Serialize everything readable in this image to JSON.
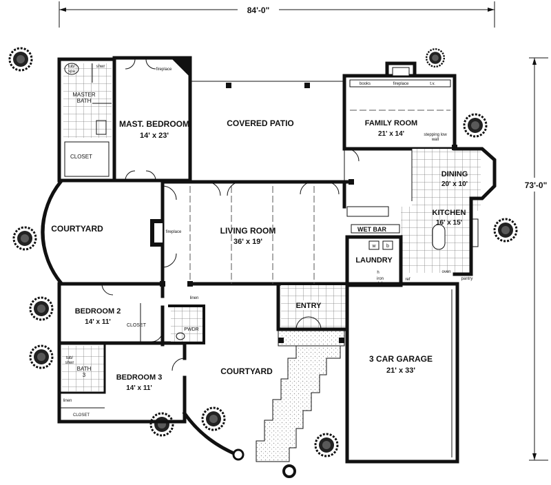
{
  "dimensions": {
    "width": "84'-0\"",
    "depth": "73'-0\""
  },
  "rooms": {
    "master_bedroom": {
      "name": "MAST. BEDROOM",
      "size": "14' x 23'"
    },
    "master_bath": {
      "name": "MASTER",
      "name2": "BATH"
    },
    "master_closet": {
      "name": "CLOSET"
    },
    "tub_spa": {
      "line1": "tub/",
      "line2": "spa"
    },
    "shower": {
      "name": "shwr"
    },
    "covered_patio": {
      "name": "COVERED PATIO"
    },
    "family_room": {
      "name": "FAMILY ROOM",
      "size": "21' x 14'"
    },
    "stepping_wall": {
      "line1": "stepping low",
      "line2": "wall"
    },
    "dining": {
      "name": "DINING",
      "size": "20' x 10'"
    },
    "kitchen": {
      "name": "KITCHEN",
      "size": "16' x 15'"
    },
    "wet_bar": {
      "name": "WET BAR"
    },
    "laundry": {
      "name": "LAUNDRY"
    },
    "living_room": {
      "name": "LIVING ROOM",
      "size": "36' x 19'"
    },
    "courtyard_left": {
      "name": "COURTYARD"
    },
    "courtyard_front": {
      "name": "COURTYARD"
    },
    "entry": {
      "name": "ENTRY"
    },
    "garage": {
      "name": "3 CAR GARAGE",
      "size": "21' x 33'"
    },
    "bedroom2": {
      "name": "BEDROOM 2",
      "size": "14' x 11'"
    },
    "bedroom3": {
      "name": "BEDROOM 3",
      "size": "14' x 11'"
    },
    "bath3": {
      "name": "BATH",
      "name2": "3"
    },
    "tub_shwr": {
      "line1": "tub/",
      "line2": "shwr"
    },
    "closet2": {
      "name": "CLOSET"
    },
    "closet3": {
      "name": "CLOSET"
    },
    "linen3": {
      "name": "linen"
    },
    "linen_hall": {
      "name": "linen"
    },
    "powder": {
      "name": "PWDR"
    }
  },
  "fixtures": {
    "fireplace_master": "fireplace",
    "fireplace_living": "fireplace",
    "family_books": "books",
    "family_fireplace": "fireplace",
    "family_tv": "t.v.",
    "washer": "w",
    "dryer": "b",
    "ironing": "iron",
    "ironing2": "bd",
    "hanging": "h",
    "ref": "ref",
    "oven": "oven",
    "pantry": "pantry"
  }
}
